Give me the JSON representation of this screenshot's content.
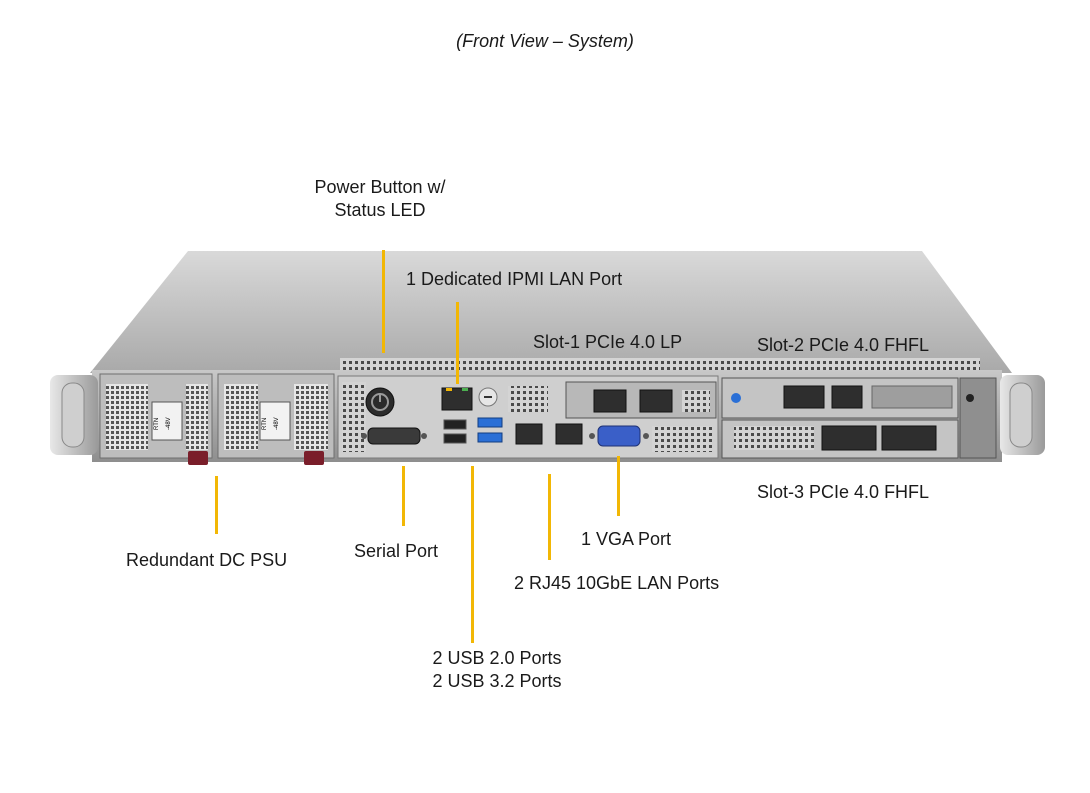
{
  "title": "(Front View – System)",
  "labels": {
    "power_button_line1": "Power Button w/",
    "power_button_line2": "Status LED",
    "ipmi_port": "1 Dedicated IPMI  LAN Port",
    "slot1": "Slot-1  PCIe 4.0 LP",
    "slot2": "Slot-2  PCIe 4.0 FHFL",
    "slot3": "Slot-3  PCIe 4.0 FHFL",
    "psu": "Redundant  DC PSU",
    "serial_port": "Serial Port",
    "vga_port": "1 VGA Port",
    "lan_ports": "2 RJ45 10GbE LAN Ports",
    "usb_line1": "2 USB 2.0 Ports",
    "usb_line2": "2 USB 3.2 Ports"
  },
  "psu_markings": [
    "RTN",
    "-48V"
  ],
  "colors": {
    "leader": "#f2b705",
    "usb3_blue": "#2a6fd6",
    "vga_blue": "#3a5fc8",
    "handle": "#7a1e2a"
  }
}
